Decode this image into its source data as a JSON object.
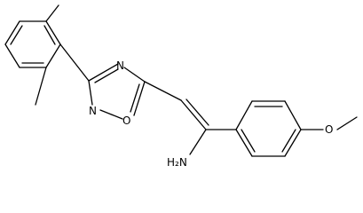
{
  "molecule": {
    "atom_labels": {
      "n_top": "N",
      "n_bottom": "N",
      "o_ring": "O",
      "amine": "H₂N",
      "o_methoxy": "O"
    },
    "line_color": "#000000",
    "background_color": "#ffffff"
  }
}
